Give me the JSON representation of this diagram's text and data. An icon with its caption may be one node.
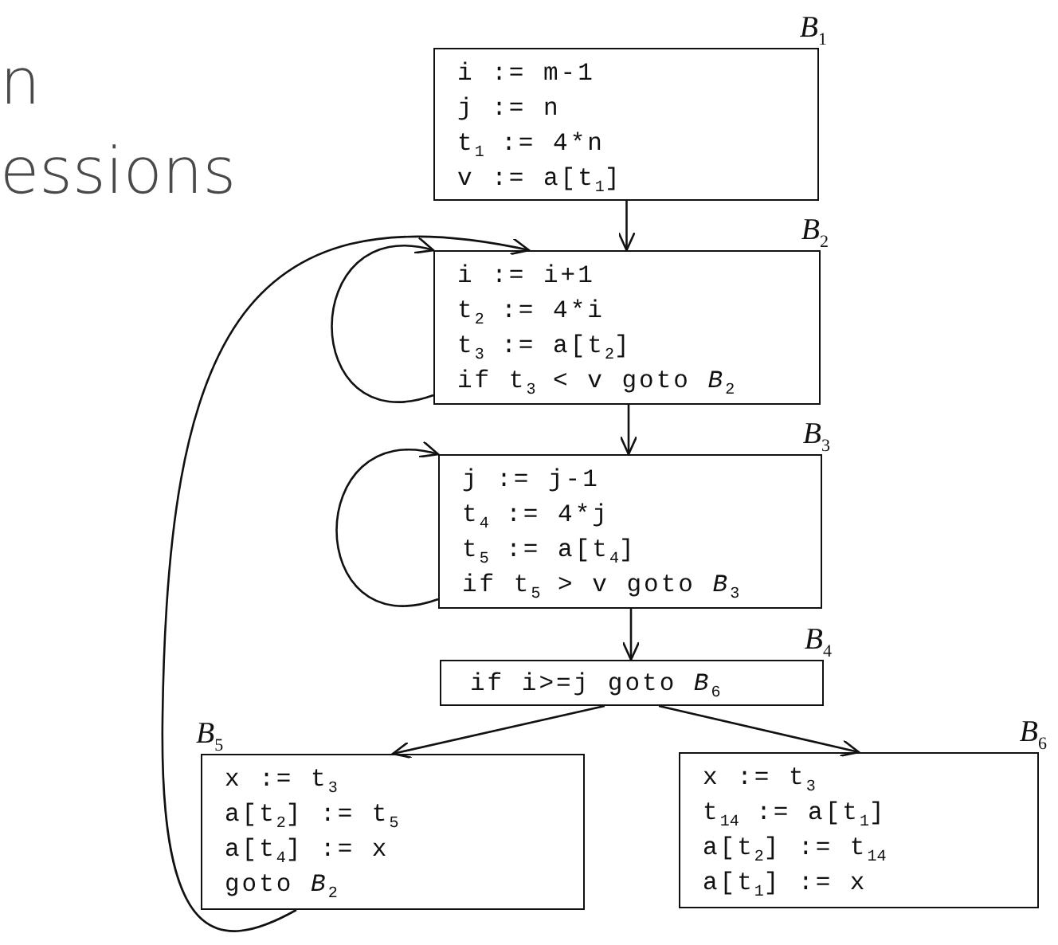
{
  "diagram": {
    "nodes": [
      {
        "text": [
          "i := m-1",
          "j := n",
          "t$_{1}$ := 4*n",
          "v := a[t$_{1}$]"
        ],
        "beside": [
          "*B*$_{1}$"
        ]
      },
      {
        "text": [
          "i := i+1",
          "t$_{2}$ := 4*i",
          "t$_{3}$ := a[t$_{2}$]",
          "if t$_{3}$ < v goto *B*$_{2}$"
        ],
        "beside": [
          "*B*$_{2}$"
        ]
      },
      {
        "text": [
          "j := j-1",
          "t$_{4}$ := 4*j",
          "t$_{5}$ := a[t$_{4}$]",
          "if t$_{5}$ > v goto *B*$_{3}$"
        ],
        "beside": [
          "*B*$_{3}$"
        ]
      },
      {
        "text": [
          "if i>=j goto *B*$_{6}$"
        ],
        "beside": [
          "*B*$_{4}$"
        ]
      },
      {
        "text": [
          "x := t$_{3}$",
          "a[t$_{2}$] := t$_{5}$",
          "a[t$_{4}$] := x",
          "goto *B*$_{2}$"
        ],
        "beside": [
          "*B*$_{5}$"
        ]
      },
      {
        "text": [
          "x := t$_{3}$",
          "t$_{14}$ := a[t$_{1}$]",
          "a[t$_{2}$] := t$_{14}$",
          "a[t$_{1}$] := x"
        ],
        "beside": [
          "*B*$_{6}$"
        ]
      }
    ],
    "edges": [
      {
        "from": 0,
        "to": 1,
        "arrow": "to"
      },
      {
        "from": 1,
        "to": 1,
        "arrow": "to"
      },
      {
        "from": 1,
        "to": 2,
        "arrow": "to"
      },
      {
        "from": 2,
        "to": 2,
        "arrow": "to"
      },
      {
        "from": 2,
        "to": 3,
        "arrow": "to"
      },
      {
        "from": 3,
        "to": 4,
        "arrow": "to"
      },
      {
        "from": 3,
        "to": 5,
        "arrow": "to"
      },
      {
        "from": 4,
        "to": 1,
        "arrow": "to"
      }
    ],
    "labels": [
      "n",
      "essions"
    ]
  }
}
